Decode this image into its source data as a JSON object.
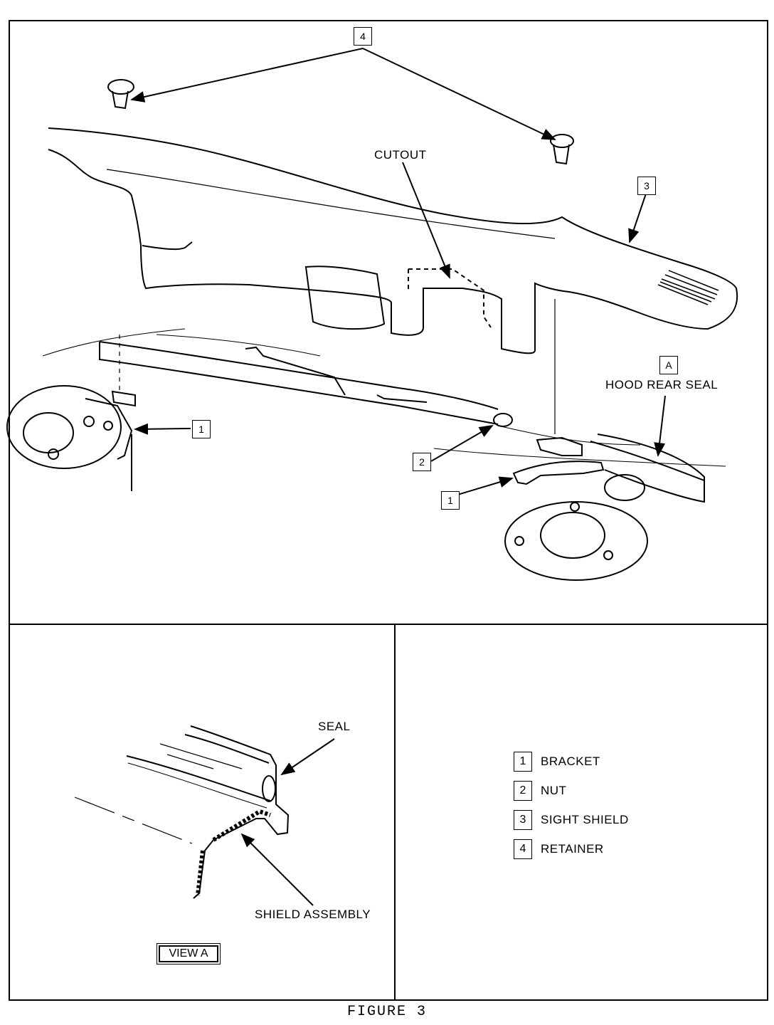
{
  "labels": {
    "cutout": "CUTOUT",
    "hood_rear_seal": "HOOD REAR SEAL",
    "seal": "SEAL",
    "shield_assembly": "SHIELD ASSEMBLY",
    "view_a": "VIEW A",
    "view_ref": "A"
  },
  "callouts": {
    "retainer_top": "4",
    "sight_shield": "3",
    "bracket_left": "1",
    "nut": "2",
    "bracket_right": "1"
  },
  "legend": [
    {
      "num": "1",
      "text": "BRACKET"
    },
    {
      "num": "2",
      "text": "NUT"
    },
    {
      "num": "3",
      "text": "SIGHT SHIELD"
    },
    {
      "num": "4",
      "text": "RETAINER"
    }
  ],
  "caption": "FIGURE 3"
}
